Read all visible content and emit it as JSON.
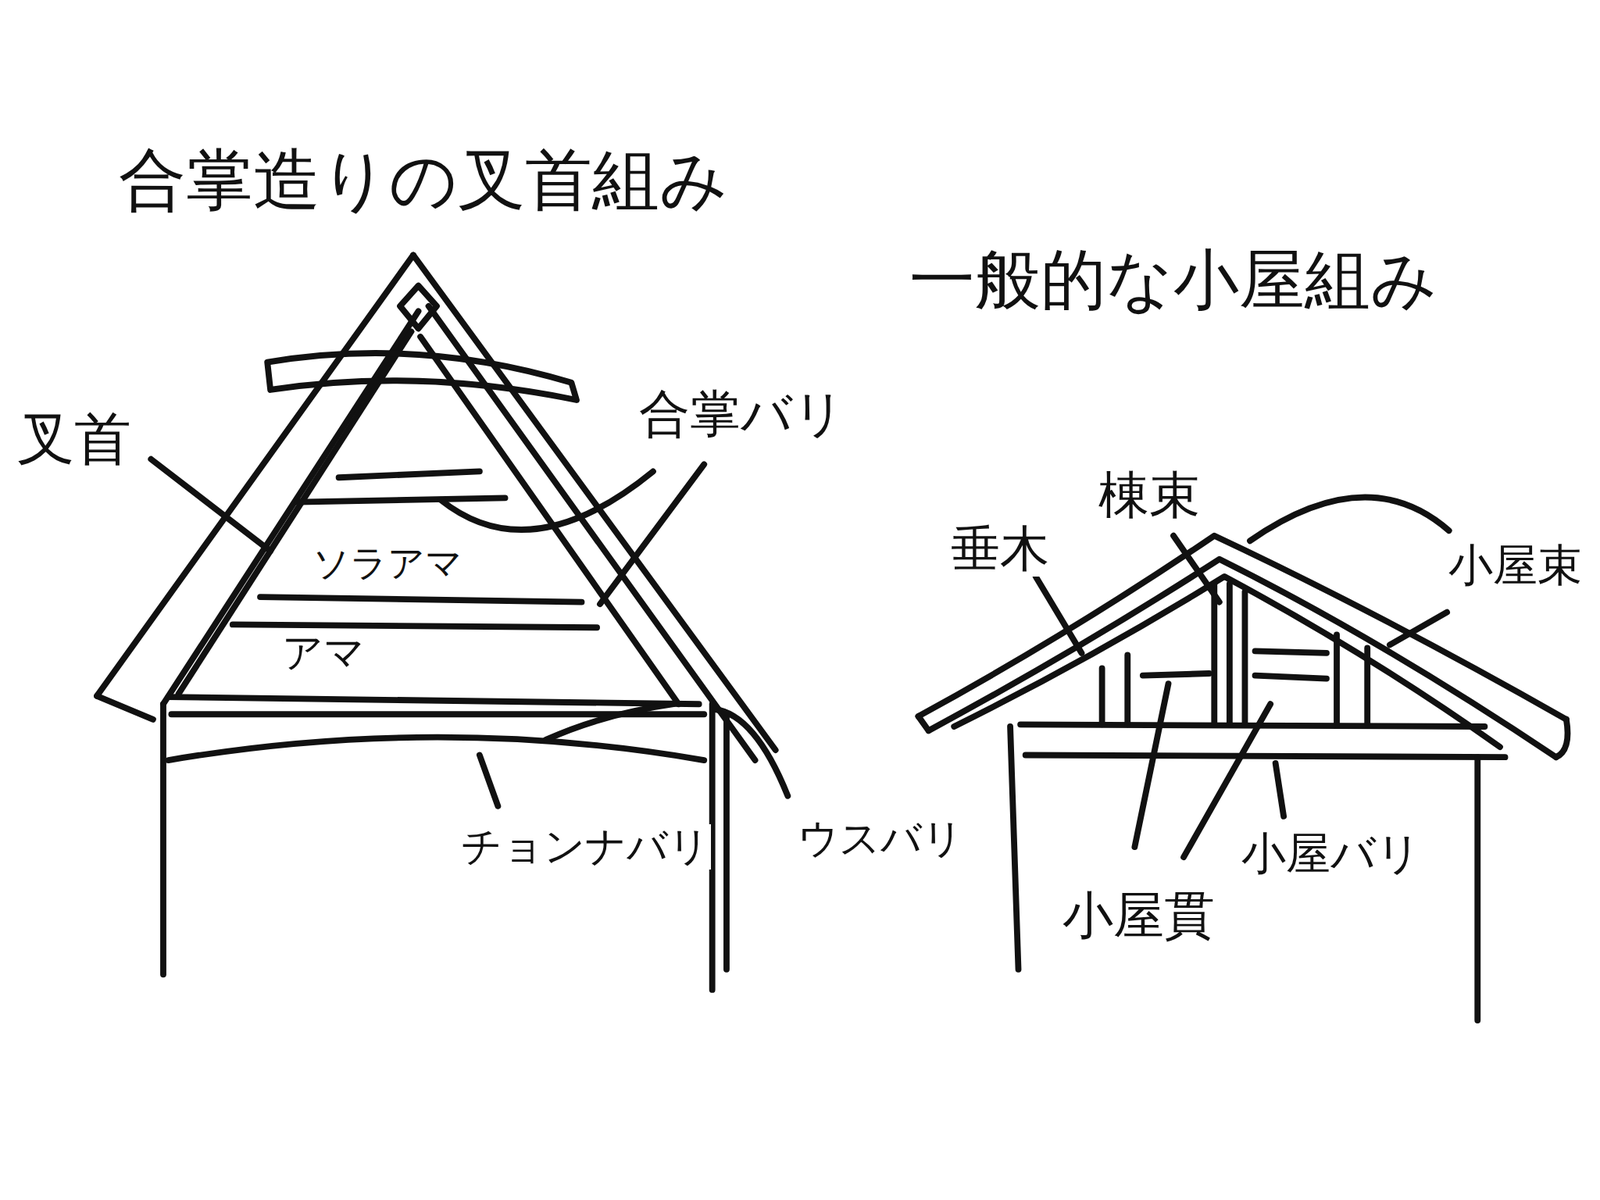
{
  "diagram": {
    "labels": [
      "合掌造りの叉首組み",
      "一般的な小屋組み",
      "叉首",
      "合掌バリ",
      "ソラアマ",
      "アマ",
      "チョンナバリ",
      "ウスバリ",
      "垂木",
      "棟束",
      "小屋束",
      "小屋バリ",
      "小屋貫"
    ]
  }
}
